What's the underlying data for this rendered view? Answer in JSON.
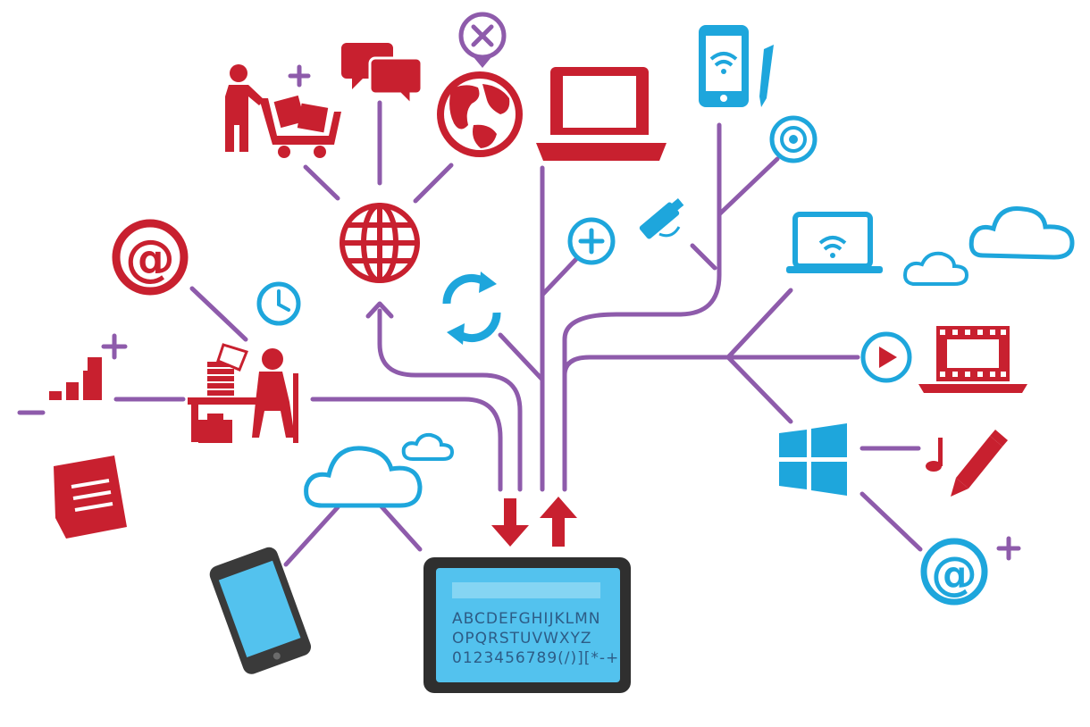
{
  "colors": {
    "red": "#c8202f",
    "purple": "#8e5bab",
    "blue": "#1ea6dc",
    "screen": "#53c2ee",
    "device": "#3a3a3a",
    "screen_text": "#2d5c86"
  },
  "tablet": {
    "line1": "ABCDEFGHIJKLMN",
    "line2": "OPQRSTUVWXYZ",
    "line3": "0123456789(/)][*-+"
  },
  "icons": [
    "shopping-cart-person-icon",
    "plus-icon",
    "chat-bubbles-icon",
    "close-marker-icon",
    "globe-world-icon",
    "laptop-icon",
    "smartphone-wifi-icon",
    "stylus-icon",
    "target-icon",
    "usb-drive-icon",
    "plus-circle-icon",
    "refresh-icon",
    "globe-grid-icon",
    "at-sign-icon",
    "clock-icon",
    "bar-chart-icon",
    "office-worker-icon",
    "document-icon",
    "cloud-icon",
    "smartphone-icon",
    "tablet-icon",
    "download-arrow-icon",
    "upload-arrow-icon",
    "laptop-wifi-icon",
    "play-button-icon",
    "film-strip-icon",
    "windows-logo-icon",
    "music-note-icon",
    "pencil-icon"
  ]
}
